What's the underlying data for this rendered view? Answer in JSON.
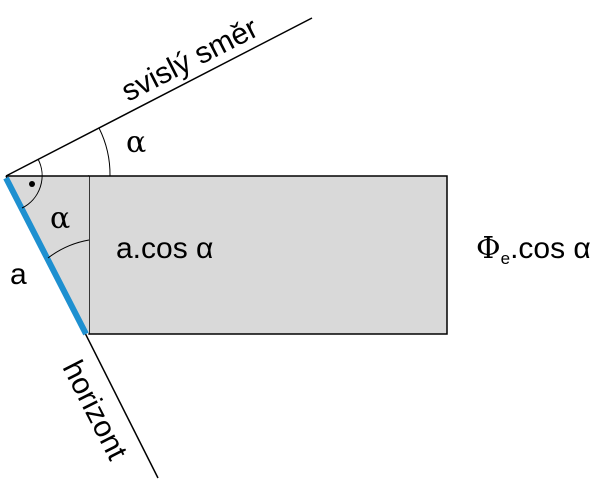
{
  "diagram": {
    "labels": {
      "vertical_direction": "svislý směr",
      "horizon": "horizont",
      "side_a": "a",
      "alpha_top": "α",
      "alpha_inner": "α",
      "projected_length": "a.cos α",
      "flux_phi": "Φ",
      "flux_subscript": "e",
      "flux_rest": ".cos α"
    },
    "colors": {
      "line": "#000000",
      "rect_fill": "#d9d9d9",
      "surface_a": "#1e90d0",
      "background": "#ffffff"
    }
  }
}
